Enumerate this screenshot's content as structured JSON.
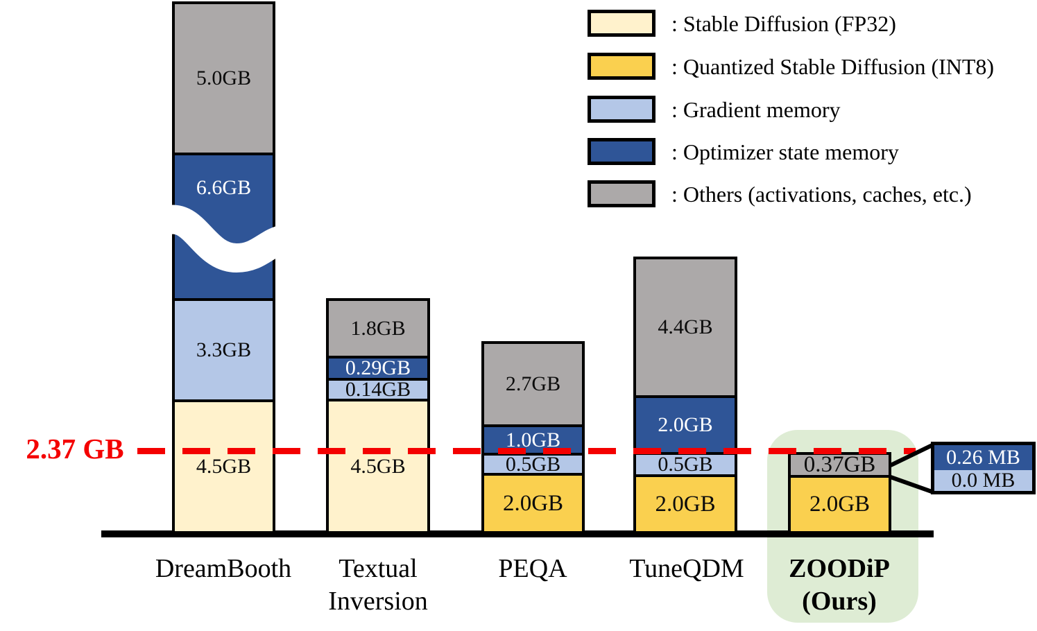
{
  "chart_data": {
    "type": "bar",
    "stacked": true,
    "unit": "GB",
    "grid": false,
    "categories": [
      "DreamBooth",
      "Textual Inversion",
      "PEQA",
      "TuneQDM",
      "ZOODiP (Ours)"
    ],
    "legend_position": "top-right",
    "legend": [
      {
        "key": "sd_fp32",
        "label": ": Stable Diffusion (FP32)",
        "color": "#FFF2CC"
      },
      {
        "key": "quantized_sd_int8",
        "label": ": Quantized Stable Diffusion (INT8)",
        "color": "#FAD04F"
      },
      {
        "key": "gradient",
        "label": ": Gradient memory",
        "color": "#B4C7E7"
      },
      {
        "key": "optimizer",
        "label": ": Optimizer state memory",
        "color": "#2F5597"
      },
      {
        "key": "others",
        "label": ": Others (activations, caches, etc.)",
        "color": "#ACA9A9"
      }
    ],
    "bars": [
      {
        "name": "DreamBooth",
        "name_lines": [
          "DreamBooth"
        ],
        "segments": [
          {
            "type": "sd_fp32",
            "label": "4.5GB",
            "value_gb": 4.5
          },
          {
            "type": "gradient",
            "label": "3.3GB",
            "value_gb": 3.3
          },
          {
            "type": "optimizer",
            "label": "6.6GB",
            "value_gb": 6.6,
            "axis_break": true
          },
          {
            "type": "others",
            "label": "5.0GB",
            "value_gb": 5.0
          }
        ]
      },
      {
        "name": "Textual Inversion",
        "name_lines": [
          "Textual",
          "Inversion"
        ],
        "segments": [
          {
            "type": "sd_fp32",
            "label": "4.5GB",
            "value_gb": 4.5
          },
          {
            "type": "gradient",
            "label": "0.14GB",
            "value_gb": 0.14
          },
          {
            "type": "optimizer",
            "label": "0.29GB",
            "value_gb": 0.29
          },
          {
            "type": "others",
            "label": "1.8GB",
            "value_gb": 1.8
          }
        ]
      },
      {
        "name": "PEQA",
        "name_lines": [
          "PEQA"
        ],
        "segments": [
          {
            "type": "quantized_sd_int8",
            "label": "2.0GB",
            "value_gb": 2.0
          },
          {
            "type": "gradient",
            "label": "0.5GB",
            "value_gb": 0.5
          },
          {
            "type": "optimizer",
            "label": "1.0GB",
            "value_gb": 1.0
          },
          {
            "type": "others",
            "label": "2.7GB",
            "value_gb": 2.7
          }
        ]
      },
      {
        "name": "TuneQDM",
        "name_lines": [
          "TuneQDM"
        ],
        "segments": [
          {
            "type": "quantized_sd_int8",
            "label": "2.0GB",
            "value_gb": 2.0
          },
          {
            "type": "gradient",
            "label": "0.5GB",
            "value_gb": 0.5
          },
          {
            "type": "optimizer",
            "label": "2.0GB",
            "value_gb": 2.0
          },
          {
            "type": "others",
            "label": "4.4GB",
            "value_gb": 4.4
          }
        ]
      },
      {
        "name": "ZOODiP (Ours)",
        "name_lines": [
          "ZOODiP",
          "(Ours)"
        ],
        "highlighted": true,
        "segments": [
          {
            "type": "quantized_sd_int8",
            "label": "2.0GB",
            "value_gb": 2.0
          },
          {
            "type": "others",
            "label": "0.37GB",
            "value_gb": 0.37
          }
        ]
      }
    ],
    "threshold_line": {
      "label": "2.37 GB",
      "value_gb": 2.37,
      "style": "dashed",
      "color": "#F40000"
    },
    "axis_break": {
      "bar": "DreamBooth",
      "segment": "optimizer"
    },
    "callout": {
      "bar": "ZOODiP (Ours)",
      "rows": [
        {
          "type": "optimizer",
          "label": "0.26 MB",
          "value_mb": 0.26
        },
        {
          "type": "gradient",
          "label": "0.0 MB",
          "value_mb": 0.0
        }
      ]
    },
    "colors": {
      "sd_fp32": "#FFF2CC",
      "quantized_sd_int8": "#FAD04F",
      "gradient": "#B4C7E7",
      "optimizer": "#2F5597",
      "others": "#ACA9A9",
      "highlight": "#DEECD4",
      "threshold": "#F40000",
      "border": "#000000"
    }
  }
}
